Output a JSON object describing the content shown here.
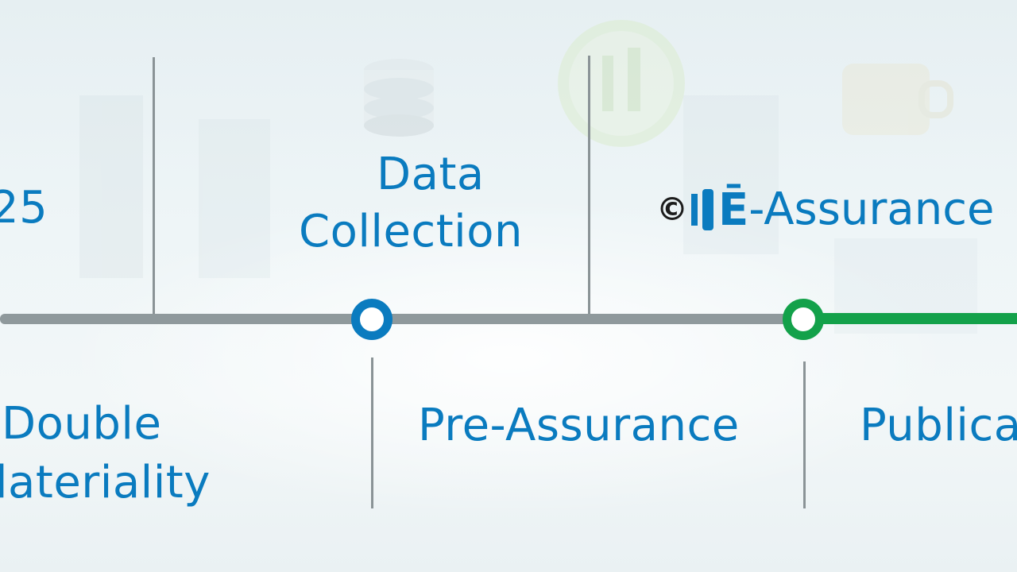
{
  "timeline": {
    "labels_above": {
      "year_fragment": "25",
      "data_collection_line1": "Data",
      "data_collection_line2": "Collection",
      "e_assurance_logo_text": "©ıІĒ",
      "e_assurance": "-Assurance"
    },
    "labels_below": {
      "double_line1": "Double",
      "materiality_line2": "lateriality",
      "pre_assurance": "Pre-Assurance",
      "publication": "Publica"
    },
    "colors": {
      "blue": "#0a7bbf",
      "green": "#13a14a",
      "axis_gray": "#8f999c"
    }
  }
}
